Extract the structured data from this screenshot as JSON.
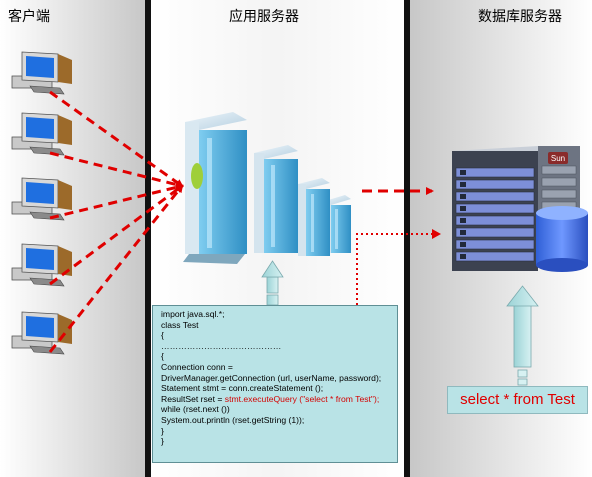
{
  "headers": {
    "client": "客户端",
    "app_server": "应用服务器",
    "db_server": "数据库服务器"
  },
  "code_lines": [
    "import java.sql.*;",
    "class Test",
    "{",
    "……………………………………",
    "{",
    "Connection conn =",
    "DriverManager.getConnection (url, userName, password);",
    "Statement stmt = conn.createStatement ();",
    "ResultSet rset = ",
    "while (rset.next ())",
    "System.out.println (rset.getString (1));",
    "}",
    "}"
  ],
  "code_highlight": "stmt.executeQuery (\"select * from Test\");",
  "sql_label": "select * from Test",
  "server_badge": "Sun",
  "colors": {
    "arrow_red": "#e00000",
    "panel": "#b9e3e6",
    "divider": "#111111",
    "server_blue": "#4aa9d8",
    "db_cylinder": "#3f6fe0"
  }
}
